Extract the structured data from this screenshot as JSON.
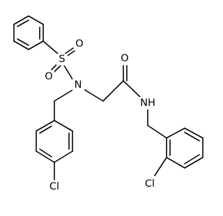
{
  "molecule": {
    "atoms": {
      "sulfur": "S",
      "sulfonyl_oxygen_left": "O",
      "sulfonyl_oxygen_right": "O",
      "sulfonamide_nitrogen": "N",
      "carbonyl_oxygen": "O",
      "amide_nitrogen_h": "NH",
      "chlorine_para": "Cl",
      "chlorine_ortho": "Cl"
    }
  }
}
